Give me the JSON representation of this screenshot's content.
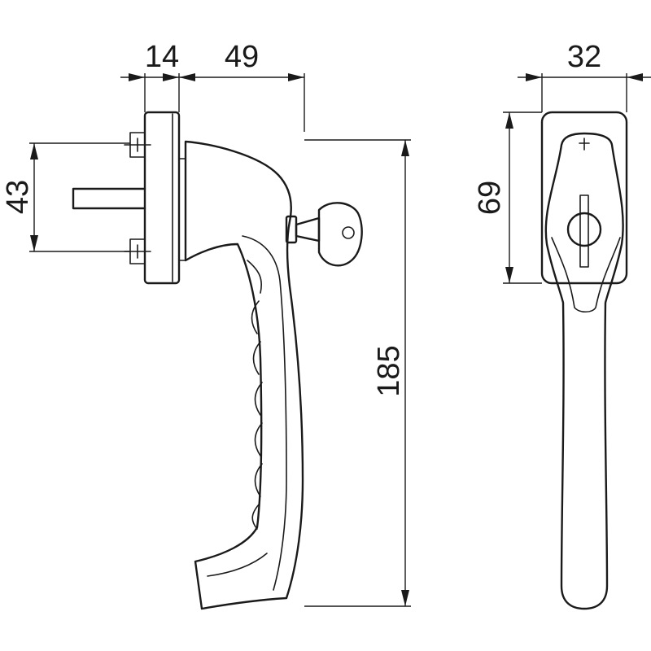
{
  "dimensions": {
    "flange_thickness": "14",
    "handle_projection": "49",
    "rose_width": "32",
    "bolt_spacing": "43",
    "rose_height": "69",
    "handle_length": "185"
  }
}
